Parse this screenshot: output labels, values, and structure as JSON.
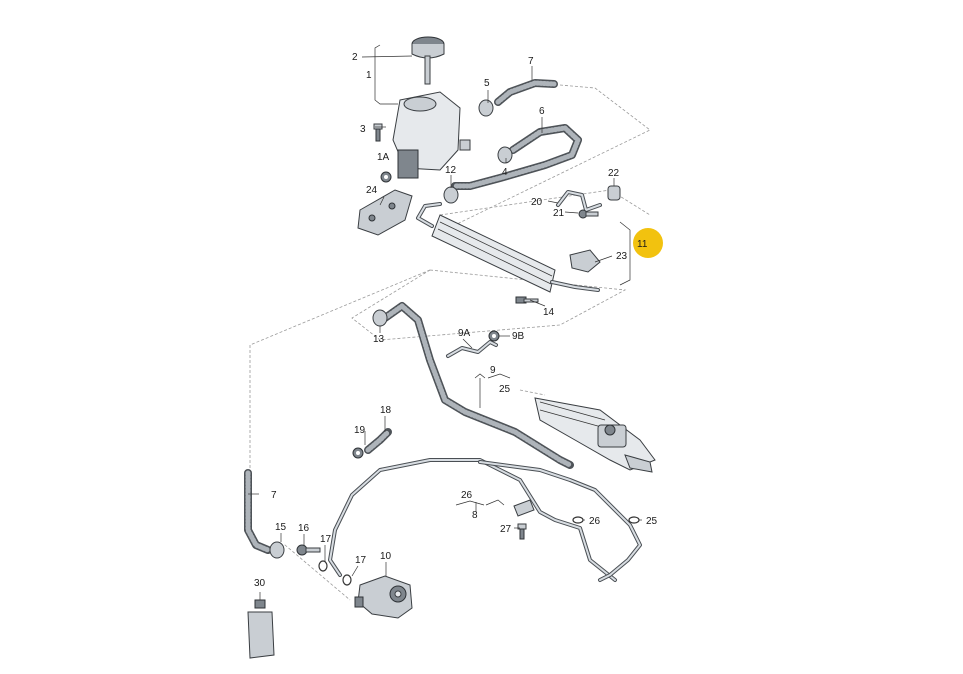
{
  "labels": {
    "l1": "1",
    "l2": "2",
    "l3": "3",
    "l1A": "1A",
    "l24": "24",
    "l5": "5",
    "l7a": "7",
    "l6": "6",
    "l4": "4",
    "l12": "12",
    "l22": "22",
    "l20": "20",
    "l21": "21",
    "l11": "11",
    "l23": "23",
    "l14": "14",
    "l13": "13",
    "l9A": "9A",
    "l9B": "9B",
    "l9": "9",
    "l25a": "25",
    "l18": "18",
    "l19": "19",
    "l7b": "7",
    "l26a": "26",
    "l8": "8",
    "l27": "27",
    "l26b": "26",
    "l25b": "25",
    "l15": "15",
    "l16": "16",
    "l17a": "17",
    "l17b": "17",
    "l10": "10",
    "l30": "30"
  },
  "highlight": {
    "color": "#f2c20f"
  },
  "colors": {
    "background": "#ffffff",
    "metal": "#c9ced3",
    "dark": "#4e5358"
  }
}
